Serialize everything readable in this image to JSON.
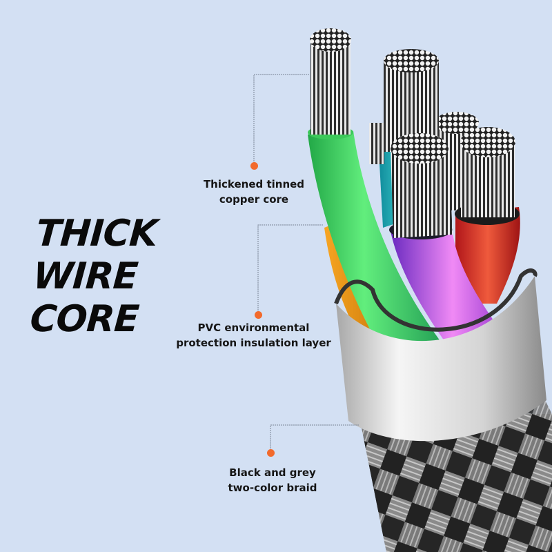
{
  "headline": {
    "lines": [
      "THICK",
      "WIRE",
      "CORE"
    ]
  },
  "callouts": [
    {
      "id": "core",
      "lines": [
        "Thickened tinned",
        "copper core"
      ]
    },
    {
      "id": "pvc",
      "lines": [
        "PVC environmental",
        "protection insulation layer"
      ]
    },
    {
      "id": "braid",
      "lines": [
        "Black and grey",
        "two-color braid"
      ]
    }
  ],
  "colors": {
    "background": "#d3e0f3",
    "callout_dot": "#f26a2c",
    "wire_green": "#3ec95a",
    "wire_teal": "#1fa6b0",
    "wire_purple": "#b050e0",
    "wire_red": "#d42a22",
    "wire_orange": "#f29a1c",
    "sleeve": "#d8d8d8",
    "braid": "#4a4a4a"
  },
  "illustration": {
    "subject": "braided cable cross-section with colored insulated copper wires"
  }
}
